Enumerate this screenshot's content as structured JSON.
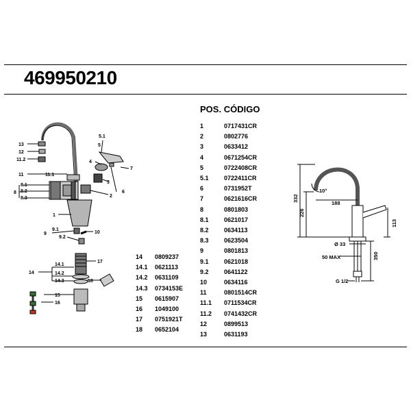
{
  "document": {
    "title": "469950210",
    "header": {
      "pos": "POS.",
      "code": "CÓDIGO"
    }
  },
  "parts_right": [
    {
      "pos": "1",
      "code": "0717431CR"
    },
    {
      "pos": "2",
      "code": "0802776"
    },
    {
      "pos": "3",
      "code": "0633412"
    },
    {
      "pos": "4",
      "code": "0671254CR"
    },
    {
      "pos": "5",
      "code": "0722408CR"
    },
    {
      "pos": "5.1",
      "code": "0722411CR"
    },
    {
      "pos": "6",
      "code": "0731952T"
    },
    {
      "pos": "7",
      "code": "0621616CR"
    },
    {
      "pos": "8",
      "code": "0801803"
    },
    {
      "pos": "8.1",
      "code": "0621017"
    },
    {
      "pos": "8.2",
      "code": "0634113"
    },
    {
      "pos": "8.3",
      "code": "0623504"
    },
    {
      "pos": "9",
      "code": "0801813"
    },
    {
      "pos": "9.1",
      "code": "0621018"
    },
    {
      "pos": "9.2",
      "code": "0641122"
    },
    {
      "pos": "10",
      "code": "0634116"
    },
    {
      "pos": "11",
      "code": "0801514CR"
    },
    {
      "pos": "11.1",
      "code": "0711534CR"
    },
    {
      "pos": "11.2",
      "code": "0741432CR"
    },
    {
      "pos": "12",
      "code": "0899513"
    },
    {
      "pos": "13",
      "code": "0631193"
    }
  ],
  "parts_left": [
    {
      "pos": "14",
      "code": "0809237"
    },
    {
      "pos": "14.1",
      "code": "0621113"
    },
    {
      "pos": "14.2",
      "code": "0631109"
    },
    {
      "pos": "14.3",
      "code": "0734153E"
    },
    {
      "pos": "15",
      "code": "0615907"
    },
    {
      "pos": "16",
      "code": "1049100"
    },
    {
      "pos": "17",
      "code": "0751921T"
    },
    {
      "pos": "18",
      "code": "0652104"
    }
  ],
  "callouts": {
    "c13": "13",
    "c12": "12",
    "c11_2": "11.2",
    "c11": "11",
    "c11_1": "11.1",
    "c5_1": "5.1",
    "c5": "5",
    "c4": "4",
    "c7": "7",
    "c3": "3",
    "c6": "6",
    "c8": "8",
    "c8_1": "8.1",
    "c8_2": "8.2",
    "c8_3": "8.3",
    "c2": "2",
    "c1": "1",
    "c9": "9",
    "c9_1": "9.1",
    "c9_2": "9.2",
    "c10": "10",
    "c14": "14",
    "c14_1": "14.1",
    "c14_2": "14.2",
    "c14_3": "14.3",
    "c17": "17",
    "c18": "18",
    "c15": "15",
    "c16": "16"
  },
  "dimensions": {
    "d332": "332",
    "d226": "226",
    "d188": "188",
    "d10deg": "10°",
    "d113": "113",
    "d33": "Ø 33",
    "d50max": "50 MAX",
    "d350": "350",
    "dg12": "G 1/2"
  },
  "colors": {
    "line": "#000000",
    "part_gray": "#8a8a8a",
    "part_dark": "#4a4a4a",
    "accent_red": "#c0392b"
  }
}
